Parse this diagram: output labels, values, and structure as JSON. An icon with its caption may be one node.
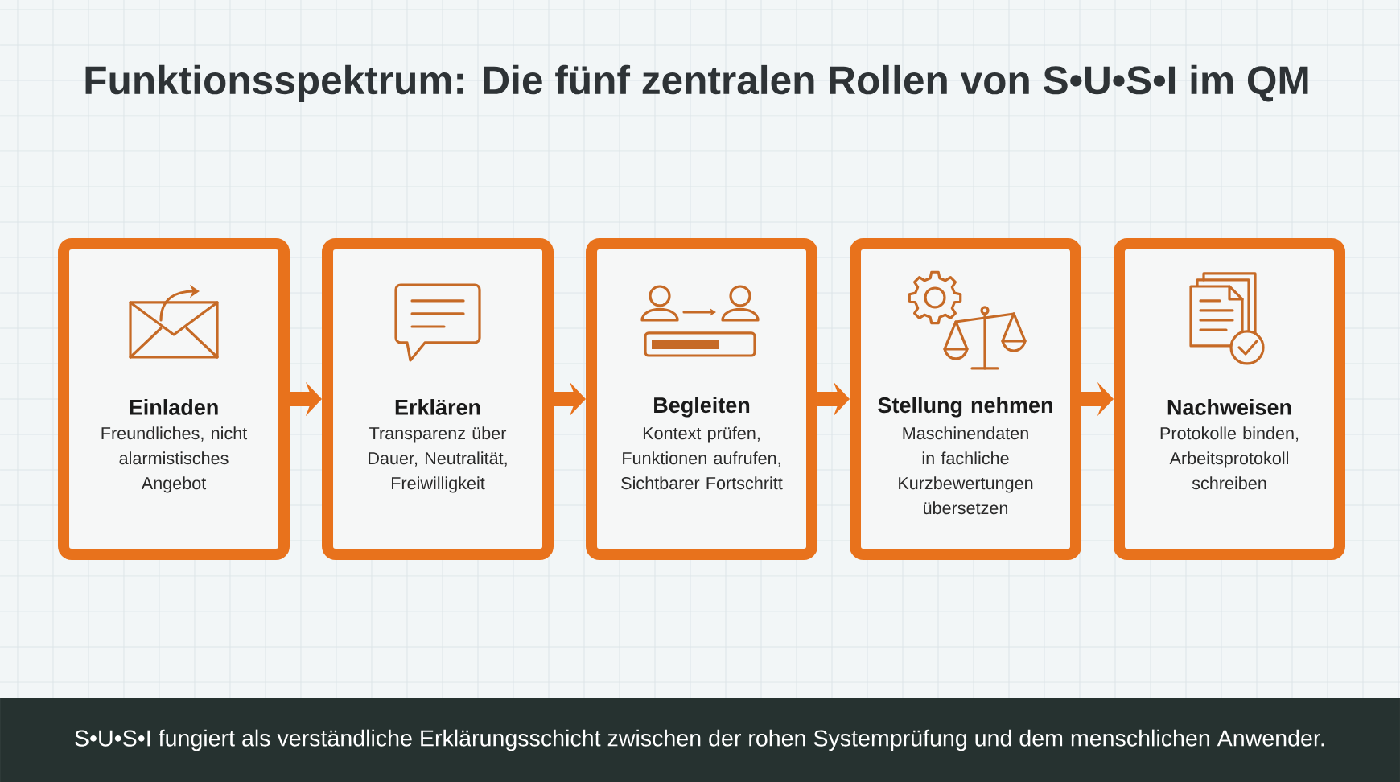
{
  "diagram": {
    "title": "Funktionsspektrum: Die fünf zentralen Rollen von S•U•S•I im QM",
    "nodes": [
      {
        "text": [
          "Einladen",
          "Freundliches, nicht alarmistisches Angebot"
        ]
      },
      {
        "text": [
          "Erklären",
          "Transparenz über Dauer, Neutralität, Freiwilligkeit"
        ]
      },
      {
        "text": [
          "Begleiten",
          "Kontext prüfen, Funktionen aufrufen, Sichtbarer Fortschritt"
        ]
      },
      {
        "text": [
          "Stellung nehmen",
          "Maschinendaten in fachliche Kurzbewertungen übersetzen"
        ]
      },
      {
        "text": [
          "Nachweisen",
          "Protokolle binden, Arbeitsprotokoll schreiben"
        ]
      }
    ],
    "edges": [
      {
        "from": 0,
        "to": 1,
        "arrow": "to"
      },
      {
        "from": 1,
        "to": 2,
        "arrow": "to"
      },
      {
        "from": 2,
        "to": 3,
        "arrow": "to"
      },
      {
        "from": 3,
        "to": 4,
        "arrow": "to"
      }
    ],
    "caption": "S•U•S•I fungiert als verständliche Erklärungsschicht zwischen der rohen Systemprüfung und dem menschlichen Anwender."
  }
}
